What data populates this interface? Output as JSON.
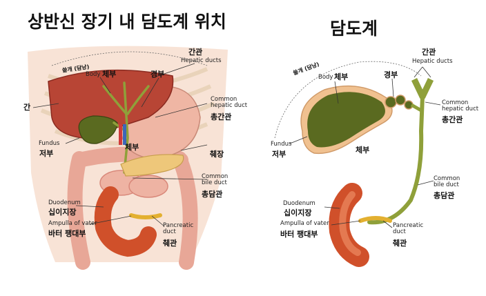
{
  "left": {
    "title": "상반신 장기 내 담도계 위치",
    "labels": {
      "gallbladder_ko": "쓸개 (담낭)",
      "body_en": "Body",
      "body_ko": "체부",
      "neck_ko": "경부",
      "hepatic_ko": "간관",
      "hepatic_en": "Hepatic ducts",
      "liver_ko": "간",
      "common_hepatic_en": "Common\nhepatic duct",
      "common_hepatic_ko": "총간관",
      "fundus_en": "Fundus",
      "fundus_ko": "저부",
      "body2_ko": "체부",
      "pancreas_ko": "췌장",
      "common_bile_en": "Common\nbile duct",
      "common_bile_ko": "총담관",
      "duodenum_en": "Duodenum",
      "duodenum_ko": "십이지장",
      "ampulla_en": "Ampulla of vater",
      "ampulla_ko": "바터 팽대부",
      "pancreatic_en": "Pancreatic\nduct",
      "pancreatic_ko": "췌관"
    }
  },
  "right": {
    "title": "담도계",
    "labels": {
      "gallbladder_ko": "쓸개 (담낭)",
      "body_en": "Body",
      "body_ko": "체부",
      "neck_ko": "경부",
      "hepatic_ko": "간관",
      "hepatic_en": "Hepatic ducts",
      "common_hepatic_en": "Common\nhepatic duct",
      "common_hepatic_ko": "총간관",
      "fundus_en": "Fundus",
      "fundus_ko": "저부",
      "body2_ko": "체부",
      "common_bile_en": "Common\nbile duct",
      "common_bile_ko": "총담관",
      "duodenum_en": "Duodenum",
      "duodenum_ko": "십이지장",
      "ampulla_en": "Ampulla of vater",
      "ampulla_ko": "바터 팽대부",
      "pancreatic_en": "Pancreatic\nduct",
      "pancreatic_ko": "췌관"
    }
  },
  "colors": {
    "liver": "#b84535",
    "gallbladder": "#5a6a20",
    "duct": "#8fa03a",
    "intestine": "#e6a090",
    "duodenum": "#d0502a",
    "pancreas": "#eec77a",
    "skin": "#f2cdb8"
  }
}
